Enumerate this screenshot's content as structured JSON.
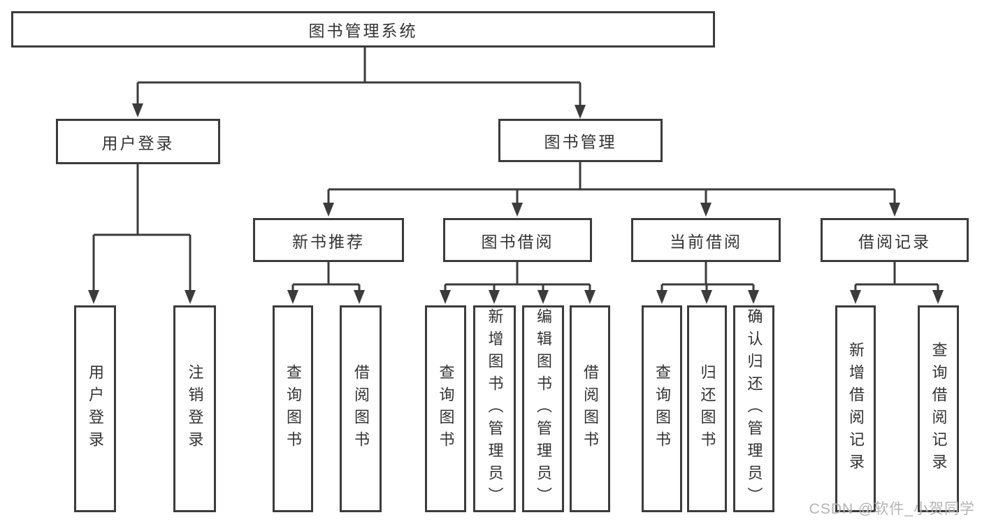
{
  "diagram": {
    "root": {
      "label": "图书管理系统"
    },
    "branches": [
      {
        "label": "用户登录",
        "children": [
          {
            "label": "用户登录"
          },
          {
            "label": "注销登录"
          }
        ]
      },
      {
        "label": "图书管理",
        "children": [
          {
            "label": "新书推荐",
            "children": [
              {
                "label": "查询图书"
              },
              {
                "label": "借阅图书"
              }
            ]
          },
          {
            "label": "图书借阅",
            "children": [
              {
                "label": "查询图书"
              },
              {
                "label": "新增图书（管理员）"
              },
              {
                "label": "编辑图书（管理员）"
              },
              {
                "label": "借阅图书"
              }
            ]
          },
          {
            "label": "当前借阅",
            "children": [
              {
                "label": "查询图书"
              },
              {
                "label": "归还图书"
              },
              {
                "label": "确认归还（管理员）"
              }
            ]
          },
          {
            "label": "借阅记录",
            "children": [
              {
                "label": "新增借阅记录"
              },
              {
                "label": "查询借阅记录"
              }
            ]
          }
        ]
      }
    ],
    "watermark": "CSDN @软件_小贺同学",
    "colors": {
      "line": "#3b3b3b",
      "box_border": "#3b3b3b",
      "text": "#333333",
      "watermark": "#b4b4b4",
      "background": "#ffffff"
    }
  }
}
